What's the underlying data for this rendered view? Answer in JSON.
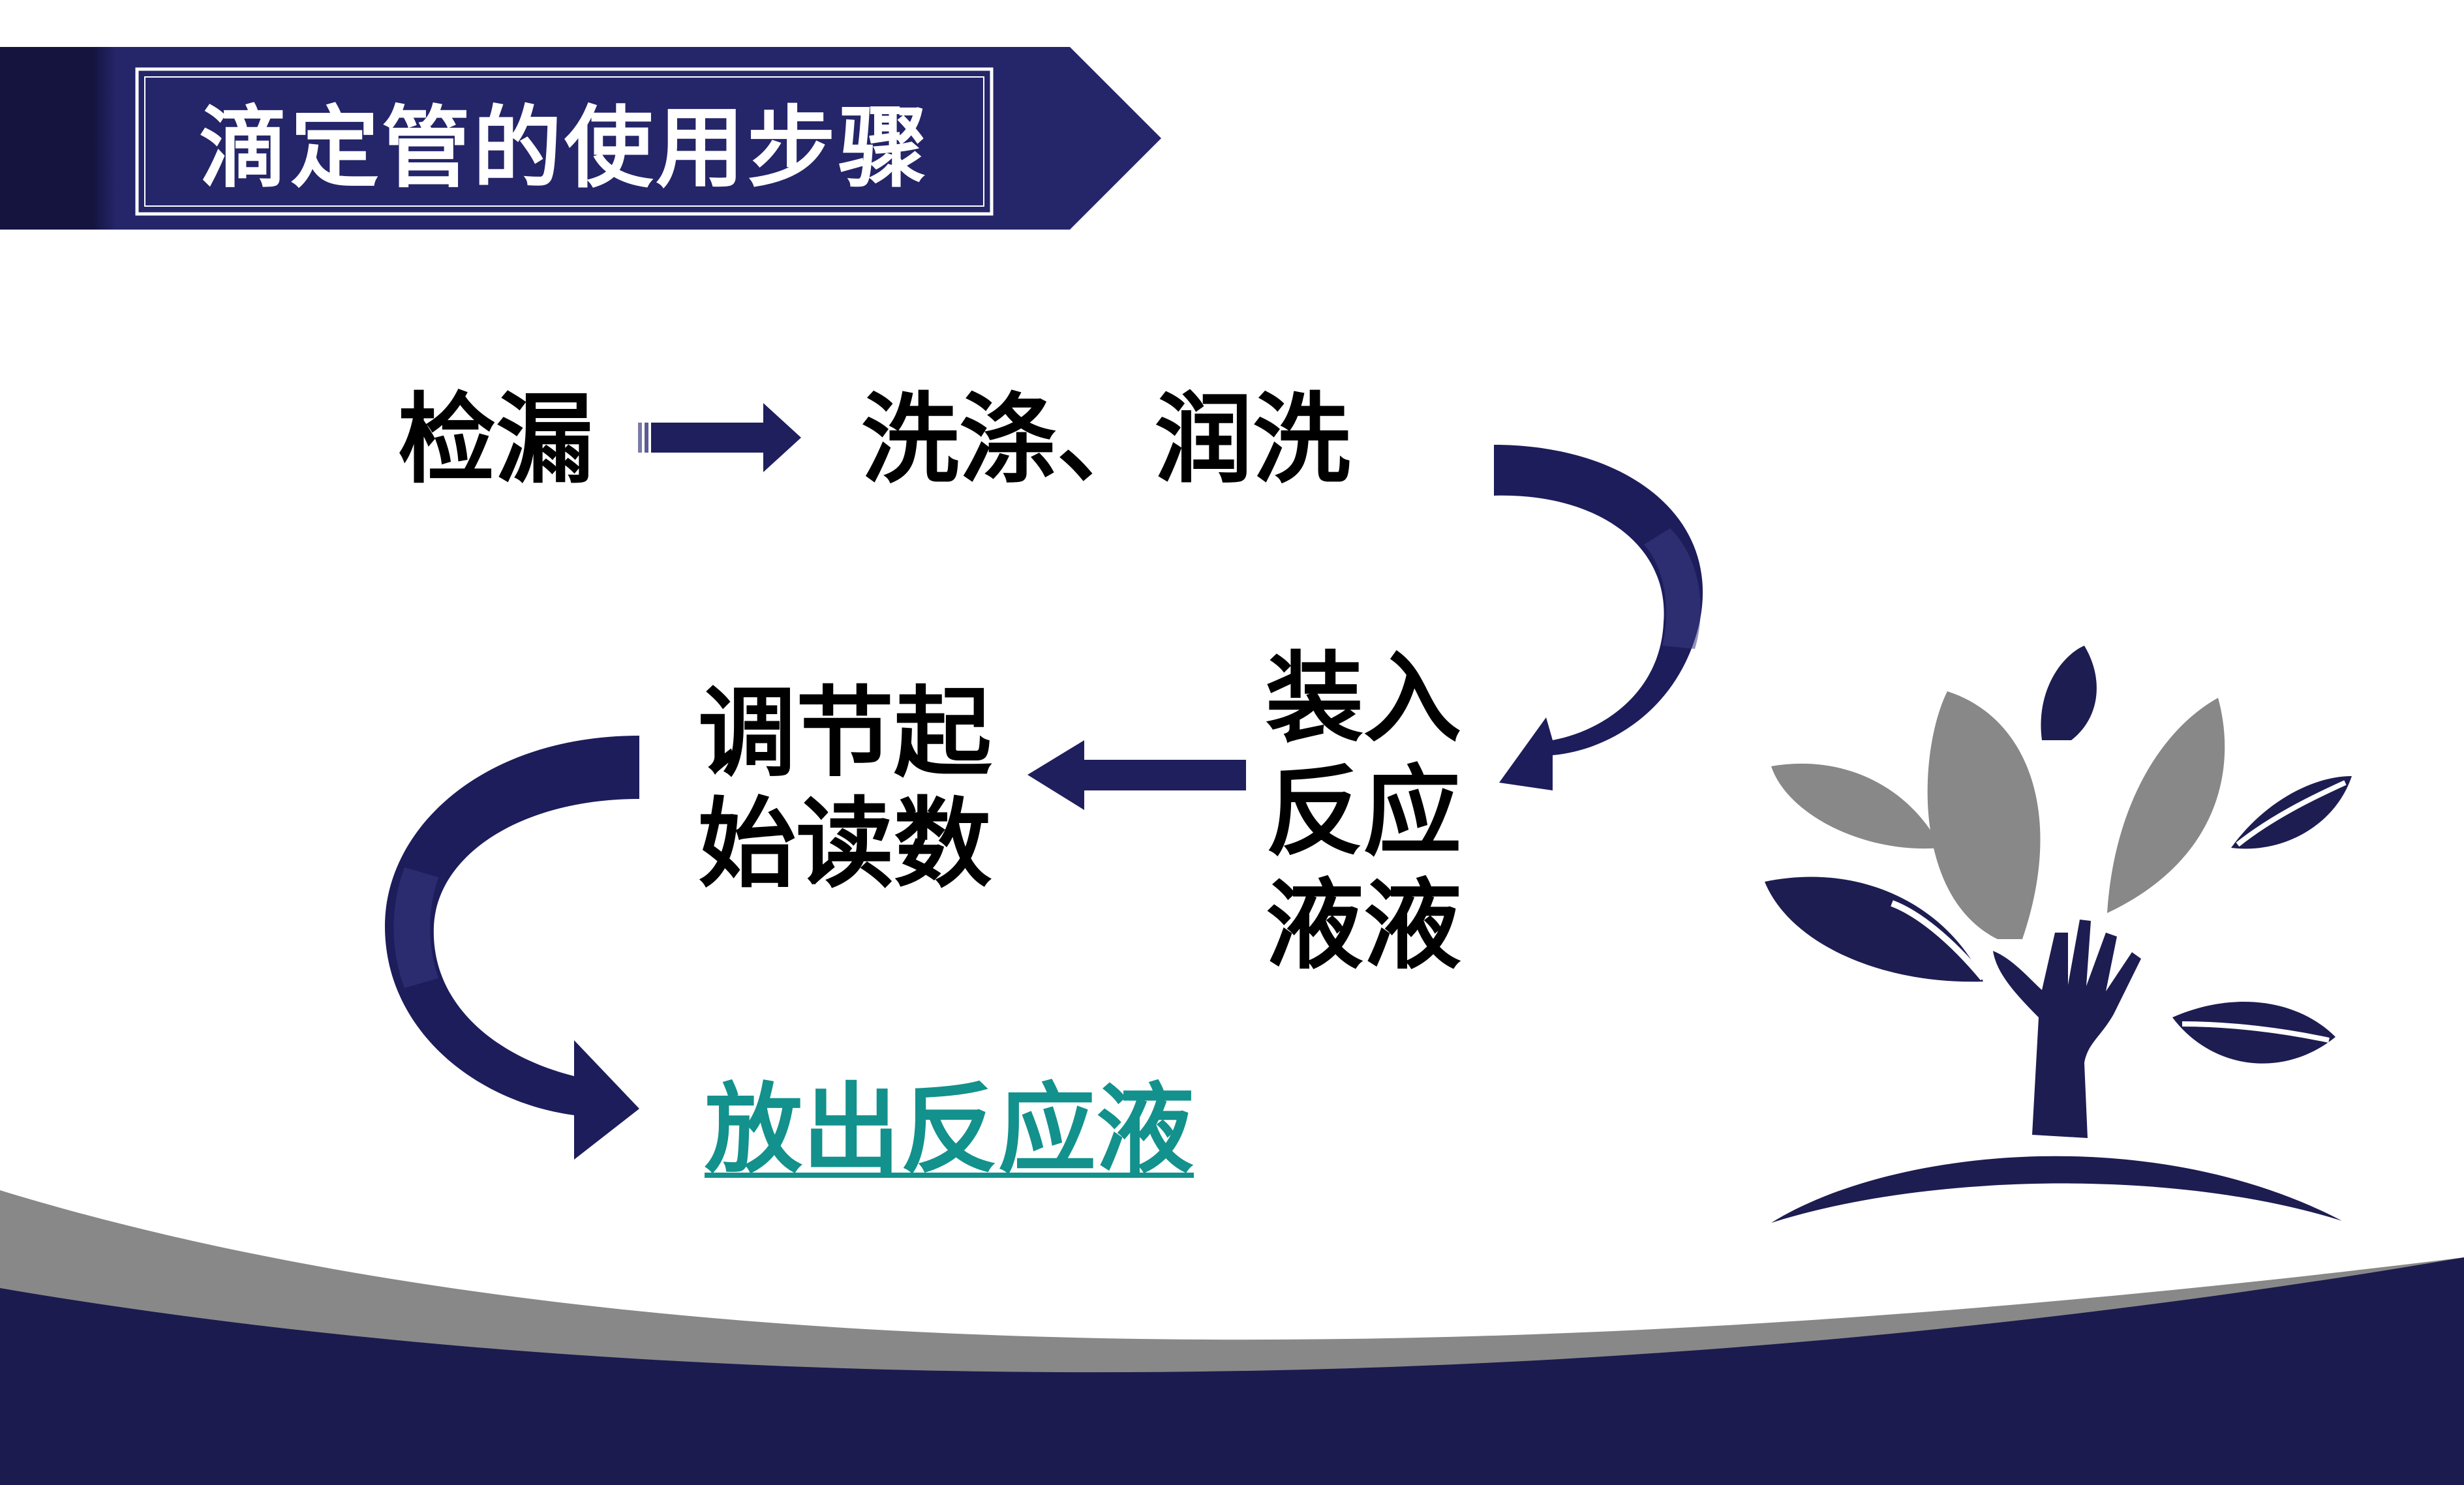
{
  "title": "滴定管的使用步骤",
  "steps": [
    {
      "label": "检漏"
    },
    {
      "label": "洗涤、润洗"
    },
    {
      "label": "装入反应液液"
    },
    {
      "label": "调节起始读数"
    },
    {
      "label": "放出反应液"
    }
  ],
  "colors": {
    "navy": "#1b1b52",
    "navy_light": "#262669",
    "gray": "#888888",
    "link": "#13918c",
    "text": "#000000"
  },
  "icons": [
    "tree-hand-logo-icon"
  ]
}
